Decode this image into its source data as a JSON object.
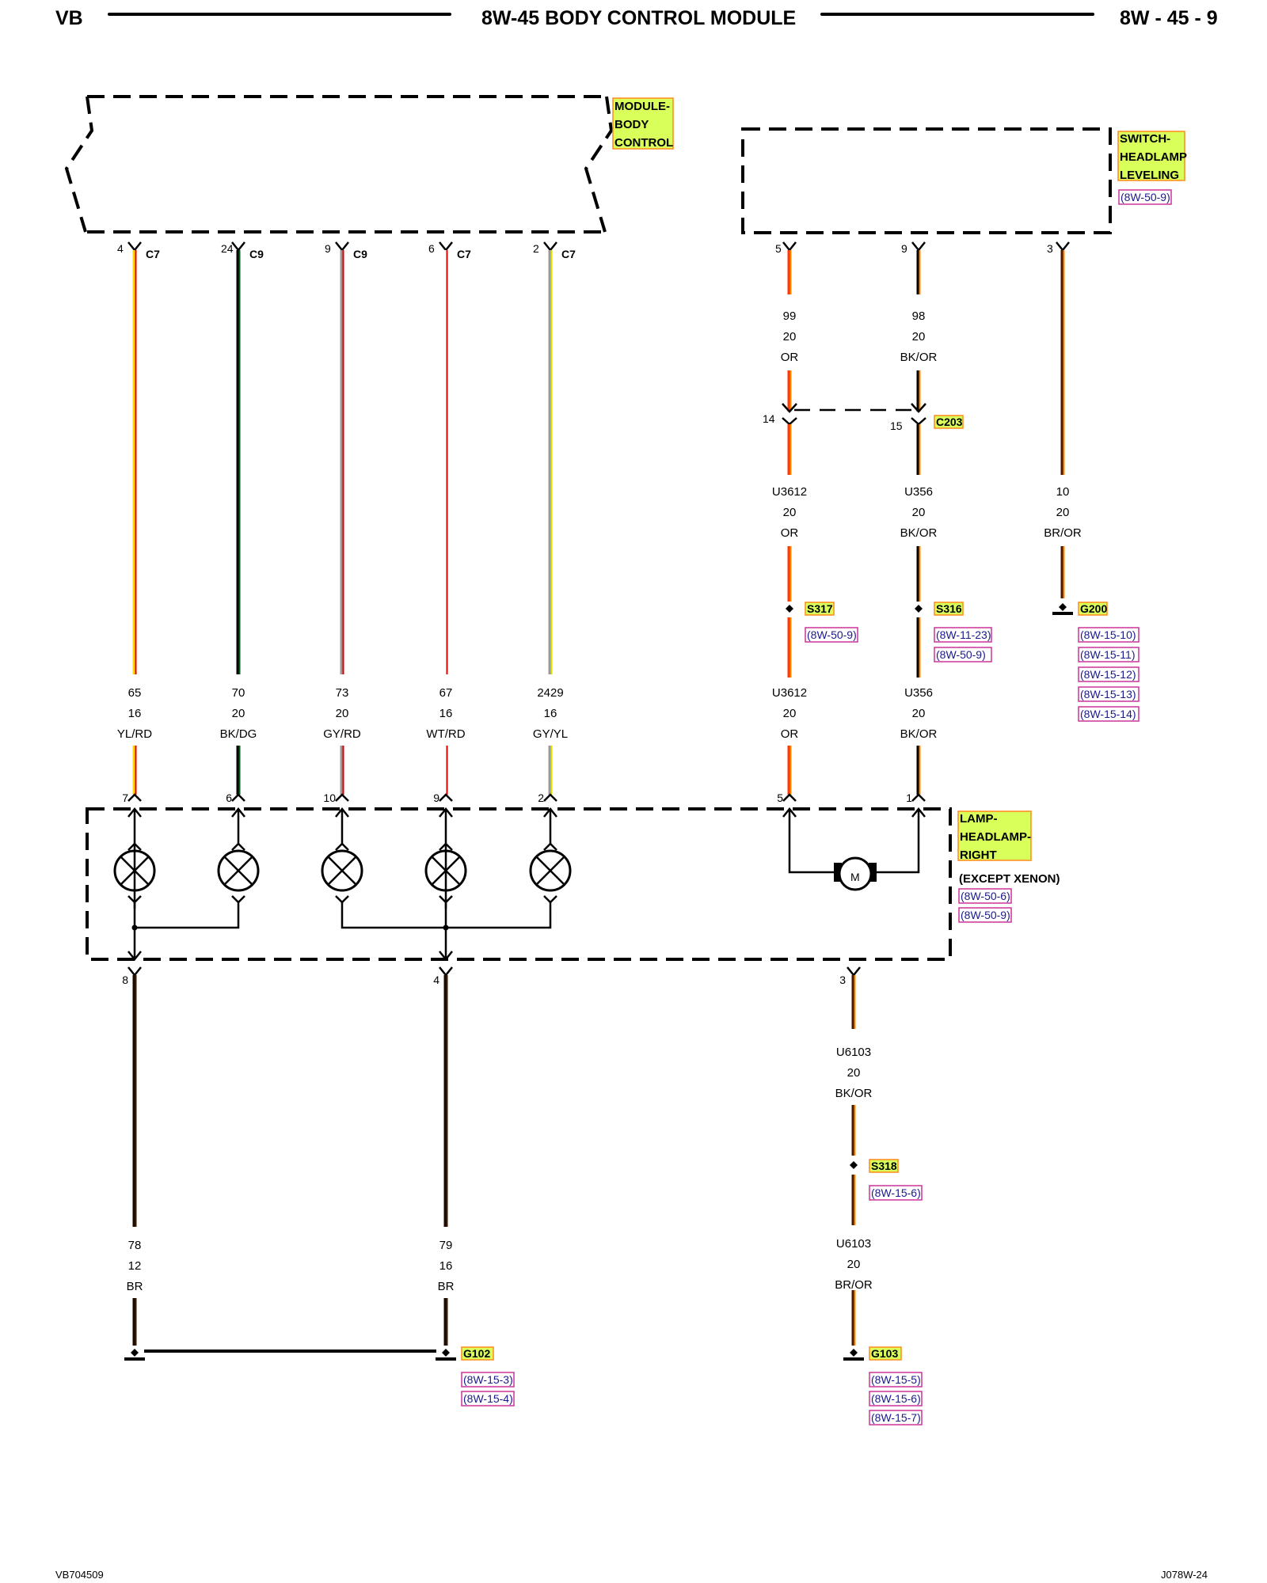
{
  "header": {
    "left": "VB",
    "title": "8W-45 BODY CONTROL MODULE",
    "right": "8W - 45 - 9"
  },
  "footer": {
    "left": "VB704509",
    "right": "J078W-24"
  },
  "components": {
    "bcm": {
      "lines": [
        "MODULE-",
        "BODY",
        "CONTROL"
      ]
    },
    "switch": {
      "lines": [
        "SWITCH-",
        "HEADLAMP",
        "LEVELING"
      ],
      "refs": [
        "(8W-50-9)"
      ]
    },
    "lamp": {
      "lines": [
        "LAMP-",
        "HEADLAMP-",
        "RIGHT"
      ],
      "note": "(EXCEPT XENON)",
      "refs": [
        "(8W-50-6)",
        "(8W-50-9)"
      ],
      "motor_label": "M"
    }
  },
  "bcm_wires": [
    {
      "pin_top": "4",
      "conn": "C7",
      "circuit": "65",
      "gauge": "16",
      "color": "YL/RD",
      "pin_bottom": "7",
      "c1": "#ffd700",
      "c2": "#e00000"
    },
    {
      "pin_top": "24",
      "conn": "C9",
      "circuit": "70",
      "gauge": "20",
      "color": "BK/DG",
      "pin_bottom": "6",
      "c1": "#000000",
      "c2": "#0a5a1a"
    },
    {
      "pin_top": "9",
      "conn": "C9",
      "circuit": "73",
      "gauge": "20",
      "color": "GY/RD",
      "pin_bottom": "10",
      "c1": "#9a9a9a",
      "c2": "#e00000"
    },
    {
      "pin_top": "6",
      "conn": "C7",
      "circuit": "67",
      "gauge": "16",
      "color": "WT/RD",
      "pin_bottom": "9",
      "c1": "#ffffff",
      "c2": "#e00000"
    },
    {
      "pin_top": "2",
      "conn": "C7",
      "circuit": "2429",
      "gauge": "16",
      "color": "GY/YL",
      "pin_bottom": "2",
      "c1": "#9a9a9a",
      "c2": "#e8e000"
    }
  ],
  "switch_wires": {
    "w1": {
      "pin_top": "5",
      "upper": {
        "circuit": "99",
        "gauge": "20",
        "color": "OR"
      },
      "c203_pin": "14",
      "mid": {
        "circuit": "U3612",
        "gauge": "20",
        "color": "OR"
      },
      "splice": "S317",
      "splice_refs": [
        "(8W-50-9)"
      ],
      "lower": {
        "circuit": "U3612",
        "gauge": "20",
        "color": "OR"
      },
      "pin_bottom": "5"
    },
    "w2": {
      "pin_top": "9",
      "upper": {
        "circuit": "98",
        "gauge": "20",
        "color": "BK/OR"
      },
      "c203_pin": "15",
      "mid": {
        "circuit": "U356",
        "gauge": "20",
        "color": "BK/OR"
      },
      "splice": "S316",
      "splice_refs": [
        "(8W-11-23)",
        "(8W-50-9)"
      ],
      "lower": {
        "circuit": "U356",
        "gauge": "20",
        "color": "BK/OR"
      },
      "pin_bottom": "1"
    },
    "w3": {
      "pin_top": "3",
      "lower": {
        "circuit": "10",
        "gauge": "20",
        "color": "BR/OR"
      },
      "ground": "G200",
      "ground_refs": [
        "(8W-15-10)",
        "(8W-15-11)",
        "(8W-15-12)",
        "(8W-15-13)",
        "(8W-15-14)"
      ]
    },
    "connector": "C203"
  },
  "ground_wires": {
    "left": {
      "pin": "8",
      "circuit": "78",
      "gauge": "12",
      "color": "BR"
    },
    "middle": {
      "pin": "4",
      "circuit": "79",
      "gauge": "16",
      "color": "BR"
    },
    "g102": {
      "label": "G102",
      "refs": [
        "(8W-15-3)",
        "(8W-15-4)"
      ]
    },
    "motor": {
      "pin": "3",
      "upper": {
        "circuit": "U6103",
        "gauge": "20",
        "color": "BK/OR"
      },
      "splice": "S318",
      "splice_refs": [
        "(8W-15-6)"
      ],
      "lower": {
        "circuit": "U6103",
        "gauge": "20",
        "color": "BR/OR"
      }
    },
    "g103": {
      "label": "G103",
      "refs": [
        "(8W-15-5)",
        "(8W-15-6)",
        "(8W-15-7)"
      ]
    }
  },
  "colors": {
    "label_fill": "#d8ff5a",
    "label_border": "#ff8a1a",
    "ref_border": "#cc3399",
    "ref_text": "#1a1a8c",
    "orange": "#ff3a00",
    "brown": "#4a1a00"
  }
}
